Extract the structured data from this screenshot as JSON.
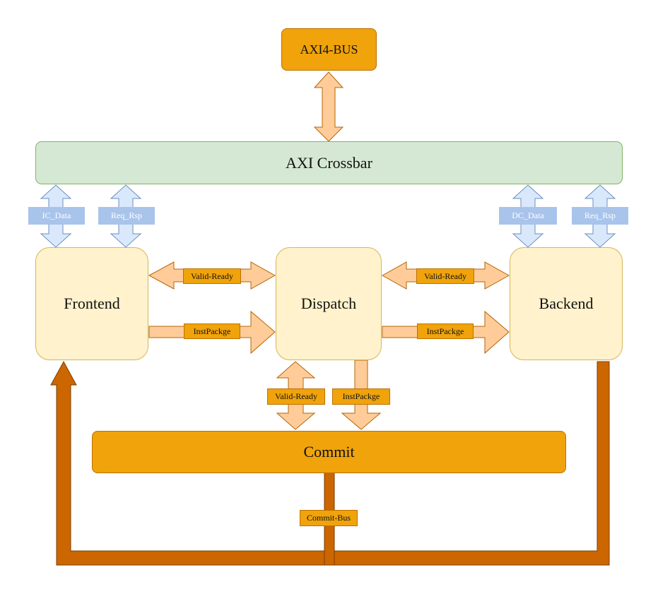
{
  "blocks": {
    "axi4_bus": "AXI4-BUS",
    "axi_crossbar": "AXI Crossbar",
    "frontend": "Frontend",
    "dispatch": "Dispatch",
    "backend": "Backend",
    "commit": "Commit"
  },
  "links": {
    "ic_data": "IC_Data",
    "req_rsp_left": "Req_Rsp",
    "dc_data": "DC_Data",
    "req_rsp_right": "Req_Rsp",
    "valid_ready_fd": "Valid-Ready",
    "instpackge_fd": "InstPackge",
    "valid_ready_db": "Valid-Ready",
    "instpackge_db": "InstPackge",
    "valid_ready_dc": "Valid-Ready",
    "instpackge_dc": "InstPackge",
    "commit_bus": "Commit-Bus"
  },
  "colors": {
    "orange_fill": "#f0a30a",
    "orange_stroke": "#bd7000",
    "green_fill": "#d5e8d4",
    "yellow_fill": "#fff2cc",
    "light_orange_arrow": "#ffcc99",
    "blue_arrow": "#dae8fc",
    "blue_label": "#a9c4eb",
    "commit_bus_brown": "#cc6600"
  }
}
